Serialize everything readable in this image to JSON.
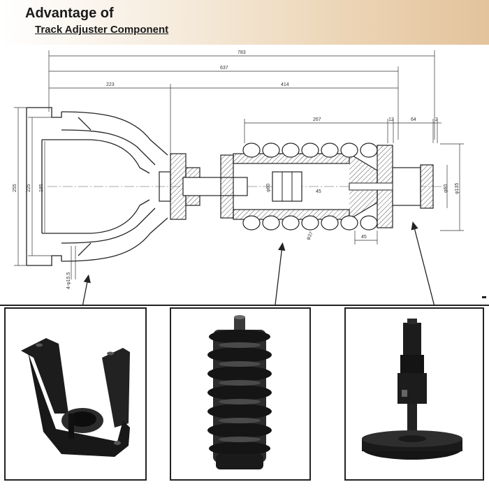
{
  "header": {
    "title": "Advantage of",
    "subtitle": "Track Adjuster Component"
  },
  "dimensions": {
    "total_length": "783",
    "main_length": "637",
    "yoke_length": "223",
    "cylinder_length": "414",
    "spring_length": "267",
    "gap_small": "12",
    "end_length": "64",
    "end_gap": "2",
    "height_outer": "255",
    "height_mid": "225",
    "height_inner": "185",
    "bore_dia": "φ60",
    "piston_dia": "45",
    "rod_dia": "φ60",
    "end_dia": "φ135",
    "spring_wire": "φ37",
    "nut_width": "45",
    "hole_spec": "4-φ15.5"
  },
  "colors": {
    "header_start": "#ffffff",
    "header_end": "#e3c39c",
    "line": "#333333",
    "part": "#1c1c1c"
  }
}
